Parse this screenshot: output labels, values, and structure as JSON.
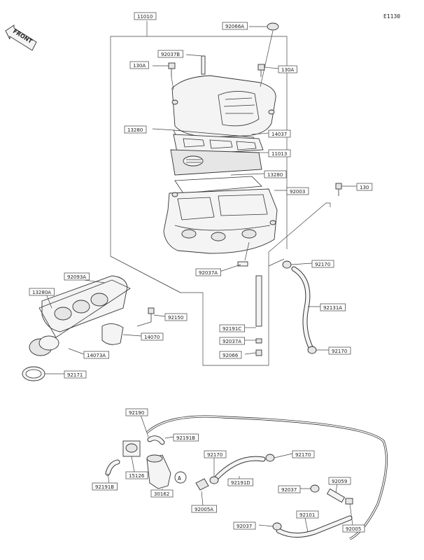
{
  "diagram_code": "E1130",
  "front_label": "FRONT",
  "labels": [
    {
      "id": "l11010",
      "text": "11010"
    },
    {
      "id": "l92066A",
      "text": "92066A"
    },
    {
      "id": "l92037B",
      "text": "92037B"
    },
    {
      "id": "l130A_left",
      "text": "130A"
    },
    {
      "id": "l130A_right",
      "text": "130A"
    },
    {
      "id": "l13280_top",
      "text": "13280"
    },
    {
      "id": "l14037",
      "text": "14037"
    },
    {
      "id": "l11013",
      "text": "11013"
    },
    {
      "id": "l13280_mid",
      "text": "13280"
    },
    {
      "id": "l92003",
      "text": "92003"
    },
    {
      "id": "l130",
      "text": "130"
    },
    {
      "id": "l92037A_mid",
      "text": "92037A"
    },
    {
      "id": "l92170_a",
      "text": "92170"
    },
    {
      "id": "l92093A",
      "text": "92093A"
    },
    {
      "id": "l13280A",
      "text": "13280A"
    },
    {
      "id": "l92131A",
      "text": "92131A"
    },
    {
      "id": "l92150",
      "text": "92150"
    },
    {
      "id": "l14070",
      "text": "14070"
    },
    {
      "id": "l92191C",
      "text": "92191C"
    },
    {
      "id": "l92037A_low",
      "text": "92037A"
    },
    {
      "id": "l14073A",
      "text": "14073A"
    },
    {
      "id": "l92066",
      "text": "92066"
    },
    {
      "id": "l92170_b",
      "text": "92170"
    },
    {
      "id": "l92171",
      "text": "92171"
    },
    {
      "id": "l92190",
      "text": "92190"
    },
    {
      "id": "l92191B",
      "text": "92191B"
    },
    {
      "id": "l92170_c",
      "text": "92170"
    },
    {
      "id": "l92170_d",
      "text": "92170"
    },
    {
      "id": "l15126",
      "text": "15126"
    },
    {
      "id": "l92191B_b",
      "text": "92191B"
    },
    {
      "id": "l30162",
      "text": "30162"
    },
    {
      "id": "l92191D",
      "text": "92191D"
    },
    {
      "id": "l92037_a",
      "text": "92037"
    },
    {
      "id": "l92059",
      "text": "92059"
    },
    {
      "id": "l92005A",
      "text": "92005A"
    },
    {
      "id": "l92101",
      "text": "92101"
    },
    {
      "id": "l92037_b",
      "text": "92037"
    },
    {
      "id": "l92005",
      "text": "92005"
    }
  ],
  "callout_letter": "A"
}
